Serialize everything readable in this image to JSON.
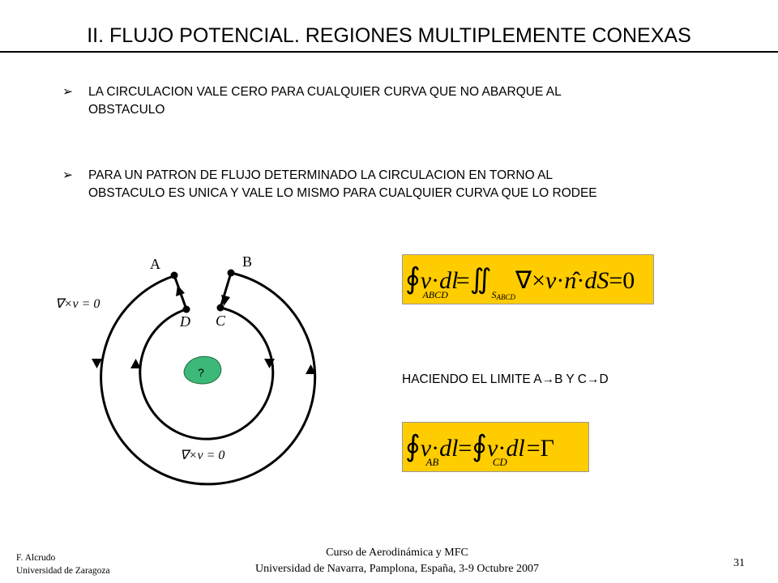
{
  "slide": {
    "title": "II. FLUJO POTENCIAL. REGIONES MULTIPLEMENTE CONEXAS"
  },
  "bullets": [
    {
      "marker": "➢",
      "line1": "LA CIRCULACION VALE CERO PARA CUALQUIER CURVA QUE NO ABARQUE AL",
      "line2": "OBSTACULO"
    },
    {
      "marker": "➢",
      "line1": "PARA UN PATRON DE FLUJO DETERMINADO LA CIRCULACION EN TORNO AL",
      "line2": "OBSTACULO ES UNICA Y VALE LO MISMO PARA CUALQUIER CURVA QUE LO RODEE"
    }
  ],
  "diagram": {
    "point_a": "A",
    "point_b": "B",
    "point_c": "C",
    "point_d": "D",
    "obstacle_label": "?",
    "curl_left": "∇×v = 0",
    "curl_bottom": "∇×v = 0",
    "obstacle_color": "#3cb878"
  },
  "formulas": {
    "box_color": "#ffcc00",
    "stokes": {
      "lhs_sub": "ABCD",
      "rhs_sub": "S",
      "rhs_subsub": "ABCD",
      "result": "=0"
    },
    "limit_text": {
      "prefix": "HACIENDO EL LIMITE A",
      "mid": "B Y C",
      "suffix": "D",
      "arrow": "→"
    },
    "circulation": {
      "sub1": "AB",
      "sub2": "CD",
      "result": "Γ"
    }
  },
  "footer": {
    "author": "F. Alcrudo",
    "university": "Universidad de Zaragoza",
    "course": "Curso de Aerodinámica y MFC",
    "venue": "Universidad de Navarra, Pamplona, España, 3-9 Octubre 2007",
    "page_number": "31"
  }
}
